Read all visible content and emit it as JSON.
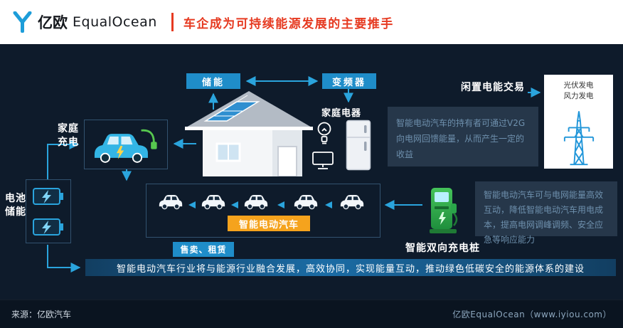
{
  "header": {
    "brand_cn": "亿欧",
    "brand_en": "EqualOcean",
    "title": "车企成为可持续能源发展的主要推手"
  },
  "diagram": {
    "labels": {
      "storage": "储能",
      "inverter": "变频器",
      "home_appliances": "家庭电器",
      "home_charging": "家庭充电",
      "battery_storage": "电池储能",
      "idle_power_trading": "闲置电能交易",
      "smart_ev": "智能电动汽车",
      "sell_lease": "售卖、租赁",
      "smart_charger": "智能双向充电桩",
      "solar_power": "光伏发电",
      "wind_power": "风力发电"
    },
    "callouts": {
      "v2g": "智能电动汽车的持有者可通过V2G向电网回馈能量，从而产生一定的收益",
      "charger": "智能电动汽车可与电网能量高效互动，降低智能电动汽车用电成本，提高电网调峰调频、安全应急等响应能力"
    },
    "banner": "智能电动汽车行业将与能源行业融合发展，高效协同，实现能量互动，推动绿色低碳安全的能源体系的建设"
  },
  "footer": {
    "source": "来源：亿欧汽车",
    "site": "亿欧EqualOcean（www.iyiou.com）"
  },
  "colors": {
    "title_red": "#e63a21",
    "accent_blue": "#1f8dc9",
    "arrow_blue": "#2aa4dd",
    "accent_orange": "#f5a31d",
    "charger_green": "#39b54a",
    "bg_dark": "#0e1b2b"
  }
}
